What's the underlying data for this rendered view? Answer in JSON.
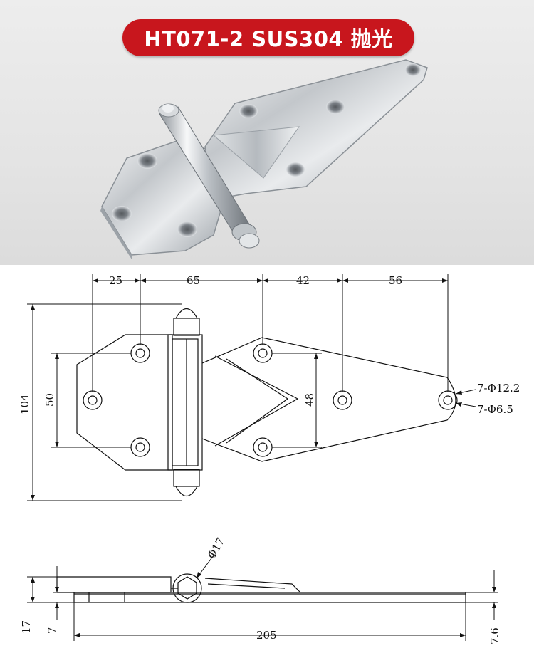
{
  "title": "HT071-2 SUS304 抛光",
  "colors": {
    "badge": "#c8161d",
    "badge_text": "#ffffff",
    "line": "#111111",
    "steel": "#c9cdd1"
  },
  "top_view": {
    "dim_25": "25",
    "dim_65": "65",
    "dim_42": "42",
    "dim_56": "56",
    "dim_104": "104",
    "dim_50": "50",
    "dim_48": "48",
    "hole_large": "7-Φ12.2",
    "hole_small": "7-Φ6.5"
  },
  "side_view": {
    "pin_dia": "Φ17",
    "dim_17": "17",
    "dim_7": "7",
    "dim_205": "205",
    "dim_7_6": "7.6"
  }
}
